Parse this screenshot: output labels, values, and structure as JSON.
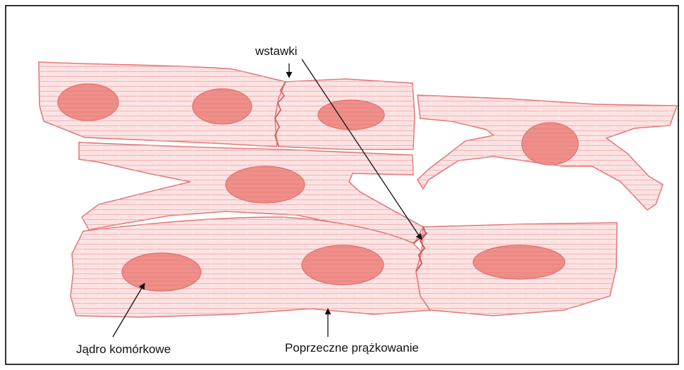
{
  "labels": {
    "intercalated_discs": "wstawki",
    "nucleus": "Jądro komórkowe",
    "striation": "Poprzeczne prążkowanie"
  },
  "colors": {
    "cell_fill": "#fce3e3",
    "cell_outline": "#e07a7a",
    "striation": "#f0aaaa",
    "nucleus_fill": "#ef8f8a",
    "frame": "#000000",
    "pointer": "#111111"
  }
}
